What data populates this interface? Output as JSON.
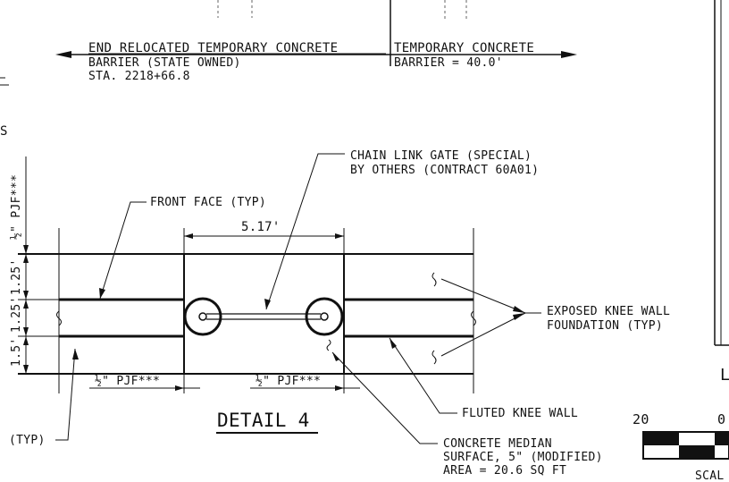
{
  "notes": {
    "end_relocated_line1": "END RELOCATED TEMPORARY CONCRETE",
    "end_relocated_line2": "BARRIER (STATE OWNED)",
    "end_relocated_line3": "STA. 2218+66.8",
    "temporary_line1": "TEMPORARY CONCRETE",
    "temporary_line2": "BARRIER = 40.0'",
    "chain_link_line1": "CHAIN LINK GATE (SPECIAL)",
    "chain_link_line2": "BY OTHERS (CONTRACT 60A01)",
    "front_face": "FRONT FACE (TYP)",
    "exposed_line1": "EXPOSED KNEE WALL",
    "exposed_line2": "FOUNDATION (TYP)",
    "fluted": "FLUTED KNEE WALL",
    "median_line1": "CONCRETE MEDIAN",
    "median_line2": "SURFACE, 5\" (MODIFIED)",
    "median_line3": "AREA = 20.6 SQ FT",
    "typ_left": "(TYP)",
    "detail_title": "DETAIL 4",
    "left_letter": "S",
    "right_letter": "L"
  },
  "dimensions": {
    "gate_width": "5.17'",
    "pjf_left": "½\" PJF***",
    "pjf_right": "½\" PJF***",
    "pjf_vertical": "½\" PJF***",
    "dim_top": "1.25'",
    "dim_mid": "1.25'",
    "dim_bottom": "1.5'"
  },
  "scale_bar": {
    "label_left": "20",
    "label_right": "0",
    "caption": "SCAL"
  }
}
